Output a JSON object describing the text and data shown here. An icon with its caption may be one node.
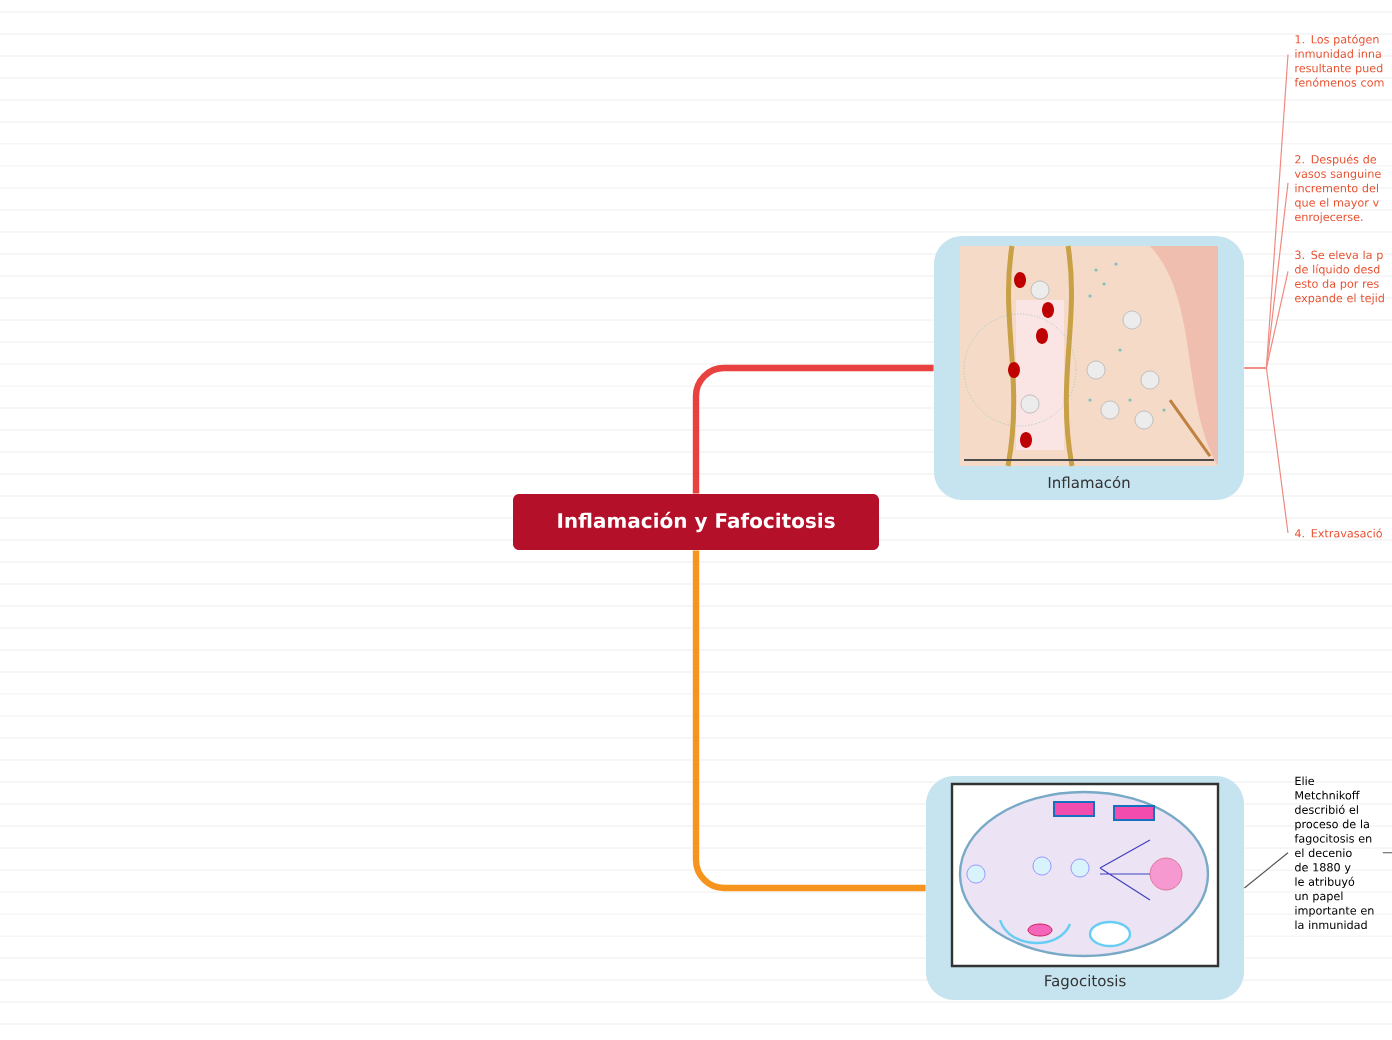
{
  "diagram": {
    "nodes": [
      {
        "text": [
          "Inflamación y Fafocitosis"
        ]
      },
      {
        "text": [
          "Inflamacón"
        ]
      },
      {
        "text": [
          "1. Los patógen inmunidad inna resultante pued fenómenos com"
        ]
      },
      {
        "text": [
          "2. Después de vasos sanguine incremento del que el mayor v enrojecerse."
        ]
      },
      {
        "text": [
          "3. Se eleva la p de líquido desd esto da por res expande el tejid"
        ]
      },
      {
        "text": [
          "4. Extravasació"
        ]
      },
      {
        "text": [
          "Fagocitosis"
        ]
      },
      {
        "text": [
          "Elie Metchnikoff describió el proceso de la fagocitosis en el decenio de 1880 y le atribuyó un papel importante en la inmunidad"
        ]
      }
    ],
    "edges": [
      {
        "from": 0,
        "to": 1,
        "arrow": "none",
        "style": "thick",
        "color": "#e8413f"
      },
      {
        "from": 0,
        "to": 6,
        "arrow": "none",
        "style": "thick",
        "color": "#f7941d"
      },
      {
        "from": 1,
        "to": 2,
        "arrow": "none"
      },
      {
        "from": 1,
        "to": 3,
        "arrow": "none"
      },
      {
        "from": 1,
        "to": 4,
        "arrow": "none"
      },
      {
        "from": 1,
        "to": 5,
        "arrow": "none"
      },
      {
        "from": 6,
        "to": 7,
        "arrow": "none",
        "color": "#555555"
      },
      {
        "from": 7,
        "to": null,
        "arrow": "none",
        "color": "#555555"
      }
    ]
  }
}
